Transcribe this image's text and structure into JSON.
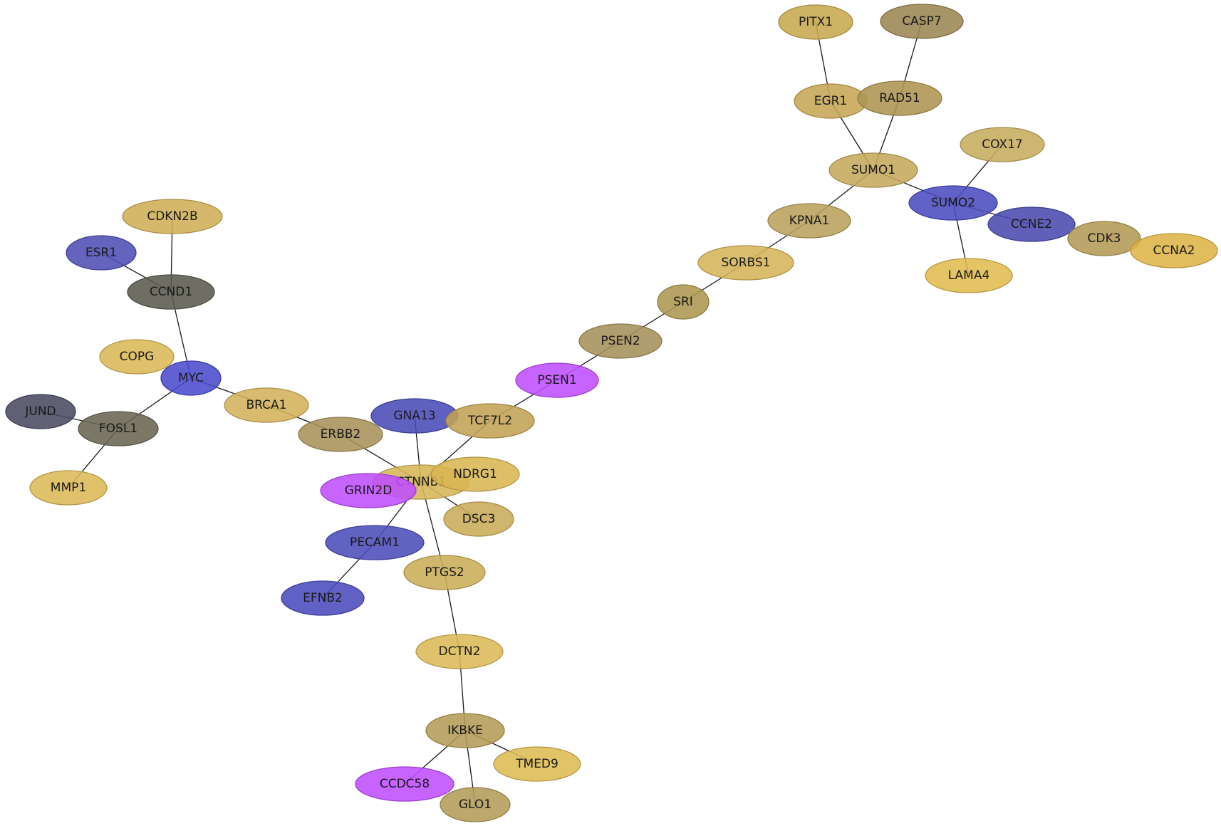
{
  "nodes": [
    {
      "id": "PITX1",
      "color": "#c8a84e"
    },
    {
      "id": "CASP7",
      "color": "#9b8652"
    },
    {
      "id": "EGR1",
      "color": "#c6a656"
    },
    {
      "id": "RAD51",
      "color": "#ad9451"
    },
    {
      "id": "COX17",
      "color": "#c6ac5c"
    },
    {
      "id": "SUMO1",
      "color": "#c6a95c"
    },
    {
      "id": "SUMO2",
      "color": "#4b4bbf"
    },
    {
      "id": "CCNE2",
      "color": "#4a4aae"
    },
    {
      "id": "CDK3",
      "color": "#b39a55"
    },
    {
      "id": "CCNA2",
      "color": "#ddb447"
    },
    {
      "id": "KPNA1",
      "color": "#b9a05c"
    },
    {
      "id": "LAMA4",
      "color": "#e0bc4e"
    },
    {
      "id": "SORBS1",
      "color": "#d5b459"
    },
    {
      "id": "SRI",
      "color": "#ad9650"
    },
    {
      "id": "PSEN2",
      "color": "#a5915a"
    },
    {
      "id": "PSEN1",
      "color": "#bf4dff"
    },
    {
      "id": "CDKN2B",
      "color": "#cfae57"
    },
    {
      "id": "ESR1",
      "color": "#4f4fb6"
    },
    {
      "id": "CCND1",
      "color": "#5a5a4d"
    },
    {
      "id": "COPG",
      "color": "#dbb756"
    },
    {
      "id": "MYC",
      "color": "#4b4bce"
    },
    {
      "id": "JUND",
      "color": "#4a4a62"
    },
    {
      "id": "FOSL1",
      "color": "#6a6552"
    },
    {
      "id": "BRCA1",
      "color": "#d3b25a"
    },
    {
      "id": "ERBB2",
      "color": "#a9925a"
    },
    {
      "id": "GNA13",
      "color": "#4a4ab8"
    },
    {
      "id": "TCF7L2",
      "color": "#c1a253"
    },
    {
      "id": "MMP1",
      "color": "#dcba58"
    },
    {
      "id": "CTNNB1",
      "color": "#d6b656"
    },
    {
      "id": "NDRG1",
      "color": "#d8b653"
    },
    {
      "id": "GRIN2D",
      "color": "#bf4dff"
    },
    {
      "id": "DSC3",
      "color": "#c9ab58"
    },
    {
      "id": "PECAM1",
      "color": "#4c4cbb"
    },
    {
      "id": "PTGS2",
      "color": "#cbad58"
    },
    {
      "id": "EFNB2",
      "color": "#4b4bbd"
    },
    {
      "id": "DCTN2",
      "color": "#dcba58"
    },
    {
      "id": "IKBKE",
      "color": "#b49b55"
    },
    {
      "id": "TMED9",
      "color": "#ddbb53"
    },
    {
      "id": "CCDC58",
      "color": "#bf4dff"
    },
    {
      "id": "GLO1",
      "color": "#b39b58"
    }
  ],
  "edges": [
    [
      "PITX1",
      "EGR1"
    ],
    [
      "CASP7",
      "RAD51"
    ],
    [
      "EGR1",
      "SUMO1"
    ],
    [
      "RAD51",
      "SUMO1"
    ],
    [
      "COX17",
      "SUMO2"
    ],
    [
      "SUMO1",
      "SUMO2"
    ],
    [
      "SUMO1",
      "KPNA1"
    ],
    [
      "SUMO2",
      "CCNE2"
    ],
    [
      "SUMO2",
      "LAMA4"
    ],
    [
      "KPNA1",
      "SORBS1"
    ],
    [
      "SORBS1",
      "SRI"
    ],
    [
      "SRI",
      "PSEN2"
    ],
    [
      "PSEN2",
      "PSEN1"
    ],
    [
      "PSEN1",
      "TCF7L2"
    ],
    [
      "TCF7L2",
      "CTNNB1"
    ],
    [
      "CDKN2B",
      "CCND1"
    ],
    [
      "ESR1",
      "CCND1"
    ],
    [
      "CCND1",
      "MYC"
    ],
    [
      "MYC",
      "FOSL1"
    ],
    [
      "MYC",
      "BRCA1"
    ],
    [
      "JUND",
      "FOSL1"
    ],
    [
      "FOSL1",
      "MMP1"
    ],
    [
      "BRCA1",
      "ERBB2"
    ],
    [
      "ERBB2",
      "CTNNB1"
    ],
    [
      "GNA13",
      "CTNNB1"
    ],
    [
      "CTNNB1",
      "DSC3"
    ],
    [
      "CTNNB1",
      "PECAM1"
    ],
    [
      "CTNNB1",
      "PTGS2"
    ],
    [
      "PECAM1",
      "EFNB2"
    ],
    [
      "PTGS2",
      "DCTN2"
    ],
    [
      "DCTN2",
      "IKBKE"
    ],
    [
      "IKBKE",
      "TMED9"
    ],
    [
      "IKBKE",
      "CCDC58"
    ],
    [
      "IKBKE",
      "GLO1"
    ]
  ]
}
